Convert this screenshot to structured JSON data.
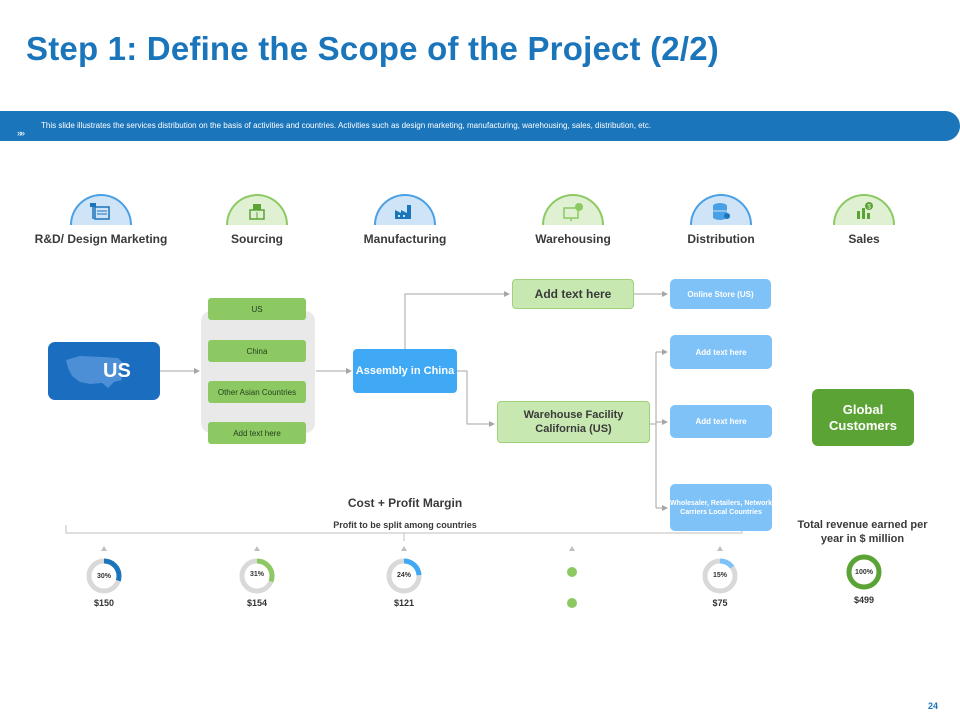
{
  "title": "Step 1: Define the Scope of the Project (2/2)",
  "banner": {
    "text": "This slide illustrates the services distribution on the basis of activities and countries. Activities such as design marketing, manufacturing, warehousing, sales, distribution, etc.",
    "arrows": "»»"
  },
  "activities": [
    {
      "label": "R&D/ Design Marketing",
      "icon": "design-marketing-icon"
    },
    {
      "label": "Sourcing",
      "icon": "sourcing-icon"
    },
    {
      "label": "Manufacturing",
      "icon": "factory-icon"
    },
    {
      "label": "Warehousing",
      "icon": "warehouse-icon"
    },
    {
      "label": "Distribution",
      "icon": "database-icon"
    },
    {
      "label": "Sales",
      "icon": "sales-chart-icon"
    }
  ],
  "flow": {
    "origin": "US",
    "countries": [
      "US",
      "China",
      "Other Asian Countries",
      "Add text here"
    ],
    "assembly": "Assembly in China",
    "add_text_top": "Add text here",
    "warehouse": "Warehouse Facility California (US)",
    "channels": [
      "Online Store (US)",
      "Add text here",
      "Add text here",
      "Wholesaler, Retailers, Network Carriers Local Countries"
    ],
    "global_customers": "Global Customers"
  },
  "margin": {
    "title": "Cost + Profit Margin",
    "subtitle": "Profit to be split among countries"
  },
  "revenue": {
    "title": "Total revenue earned per year in $ million",
    "items": [
      {
        "percent": "30%",
        "amount": "$150",
        "value": 0.3
      },
      {
        "percent": "31%",
        "amount": "$154",
        "value": 0.31
      },
      {
        "percent": "24%",
        "amount": "$121",
        "value": 0.24
      },
      {
        "percent": "15%",
        "amount": "$75",
        "value": 0.15
      }
    ],
    "total": {
      "percent": "100%",
      "amount": "$499",
      "value": 1.0
    }
  },
  "colors": {
    "brand_blue": "#1b75bb",
    "bright_blue": "#3fa9f5",
    "light_blue": "#7fc2f7",
    "green": "#8cc963",
    "dark_green": "#5ca335"
  },
  "page_number": "24"
}
